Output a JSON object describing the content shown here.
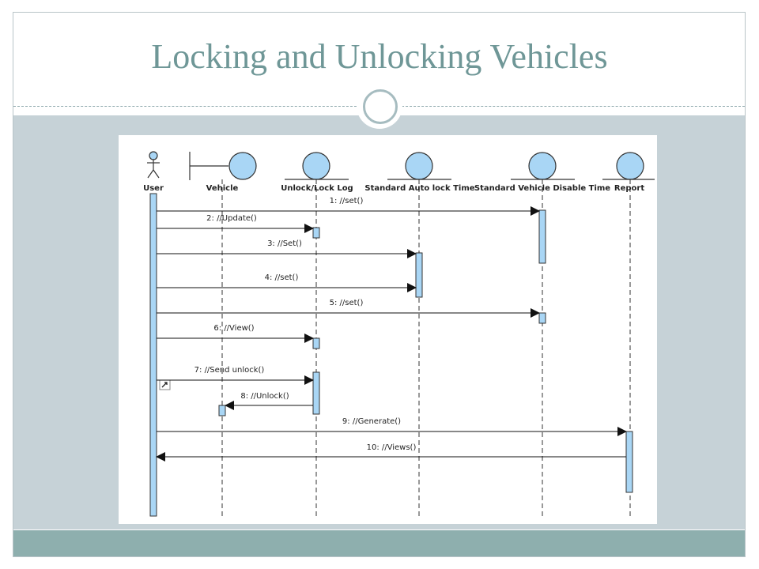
{
  "slide": {
    "title": "Locking and Unlocking Vehicles"
  },
  "colors": {
    "title": "#6f9797",
    "band": "#c6d2d7",
    "footer": "#8eafae",
    "lifeline_fill": "#a9d6f5",
    "lifeline_stroke": "#333333"
  },
  "participants": [
    {
      "id": "user",
      "name": "User",
      "kind": "actor"
    },
    {
      "id": "vehicle",
      "name": "Vehicle",
      "kind": "boundary"
    },
    {
      "id": "log",
      "name": "Unlock/Lock Log",
      "kind": "entity"
    },
    {
      "id": "autolock",
      "name": "Standard Auto lock Time",
      "kind": "entity"
    },
    {
      "id": "disable",
      "name": "Standard Vehicle Disable Time",
      "kind": "entity"
    },
    {
      "id": "report",
      "name": "Report",
      "kind": "entity"
    }
  ],
  "messages": [
    {
      "label": "1: //set()",
      "from": "user",
      "to": "disable"
    },
    {
      "label": "2: //Update()",
      "from": "user",
      "to": "log"
    },
    {
      "label": "3: //Set()",
      "from": "user",
      "to": "autolock"
    },
    {
      "label": "4: //set()",
      "from": "user",
      "to": "autolock"
    },
    {
      "label": "5: //set()",
      "from": "user",
      "to": "disable"
    },
    {
      "label": "6: //View()",
      "from": "user",
      "to": "log"
    },
    {
      "label": "7: //Send unlock()",
      "from": "user",
      "to": "log"
    },
    {
      "label": "8: //Unlock()",
      "from": "log",
      "to": "vehicle"
    },
    {
      "label": "9: //Generate()",
      "from": "user",
      "to": "report"
    },
    {
      "label": "10: //Views()",
      "from": "report",
      "to": "user"
    }
  ]
}
